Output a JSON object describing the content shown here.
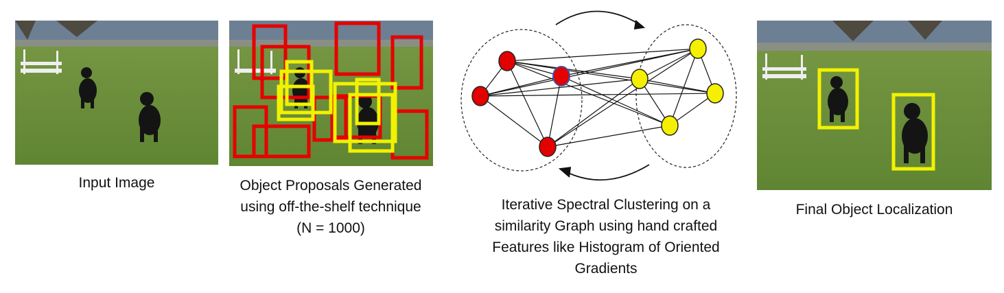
{
  "panels": [
    {
      "id": "input",
      "caption": [
        "Input Image"
      ]
    },
    {
      "id": "proposals",
      "caption": [
        "Object Proposals Generated",
        "using off-the-shelf technique",
        "(N = 1000)"
      ]
    },
    {
      "id": "clustering",
      "caption": [
        "Iterative Spectral Clustering on a",
        "similarity Graph using hand crafted",
        "Features like Histogram of Oriented",
        "Gradients"
      ]
    },
    {
      "id": "final",
      "caption": [
        "Final Object Localization"
      ]
    }
  ],
  "colors": {
    "proposal_red": "#e60000",
    "proposal_yellow": "#f2f200",
    "node_red": "#e30000",
    "node_yellow": "#f5f000",
    "grass": "#6a8f3a",
    "sky_fence": "#6d7f93",
    "dog": "#141414"
  },
  "icons": {
    "dog": "dog-silhouette",
    "jump": "white-jump-hurdle",
    "arrow": "curved-arrow"
  }
}
